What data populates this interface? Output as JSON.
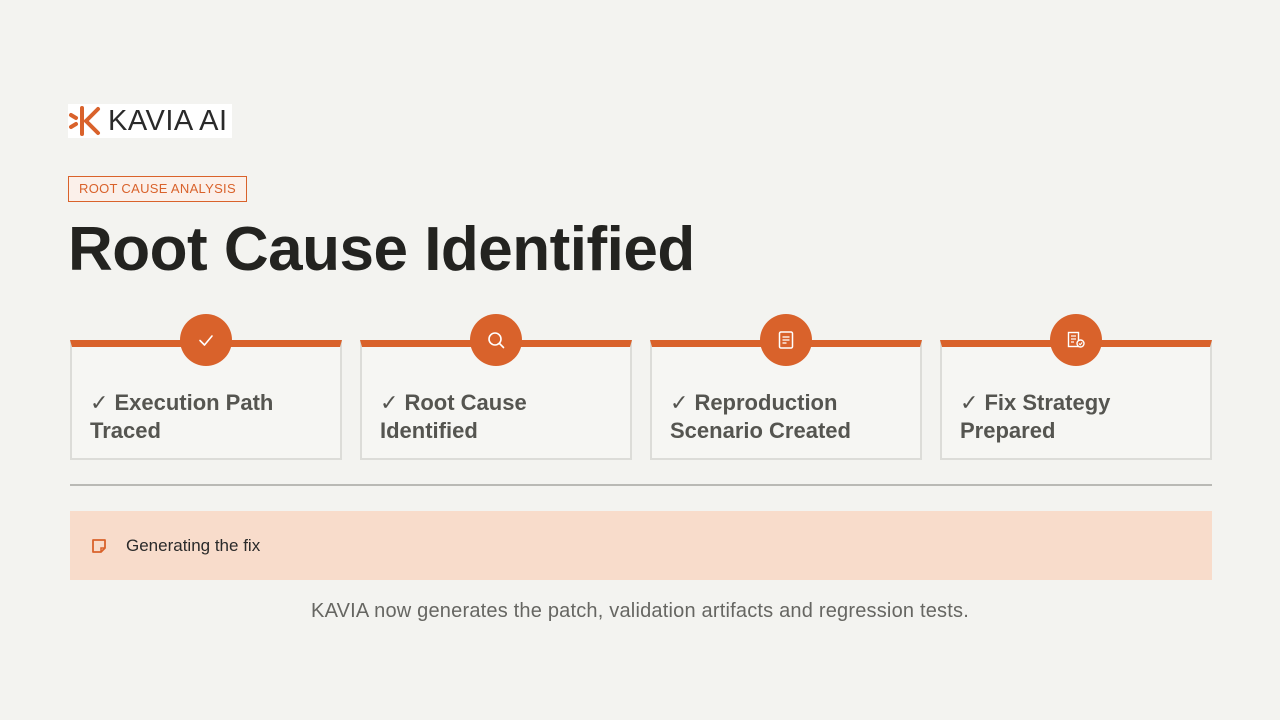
{
  "brand": {
    "name": "KAVIA AI",
    "accent_color": "#d9622b"
  },
  "tag": {
    "label": "ROOT CAUSE ANALYSIS"
  },
  "page_title": "Root Cause Identified",
  "steps": [
    {
      "label": "Execution Path Traced",
      "icon": "check-icon",
      "completed": true
    },
    {
      "label": "Root Cause Identified",
      "icon": "search-icon",
      "completed": true
    },
    {
      "label": "Reproduction Scenario Created",
      "icon": "document-icon",
      "completed": true
    },
    {
      "label": "Fix Strategy Prepared",
      "icon": "strategy-icon",
      "completed": true
    }
  ],
  "status": {
    "icon": "note-icon",
    "text": "Generating the fix"
  },
  "footer": {
    "text": "KAVIA now generates the patch, validation artifacts and regression tests."
  }
}
